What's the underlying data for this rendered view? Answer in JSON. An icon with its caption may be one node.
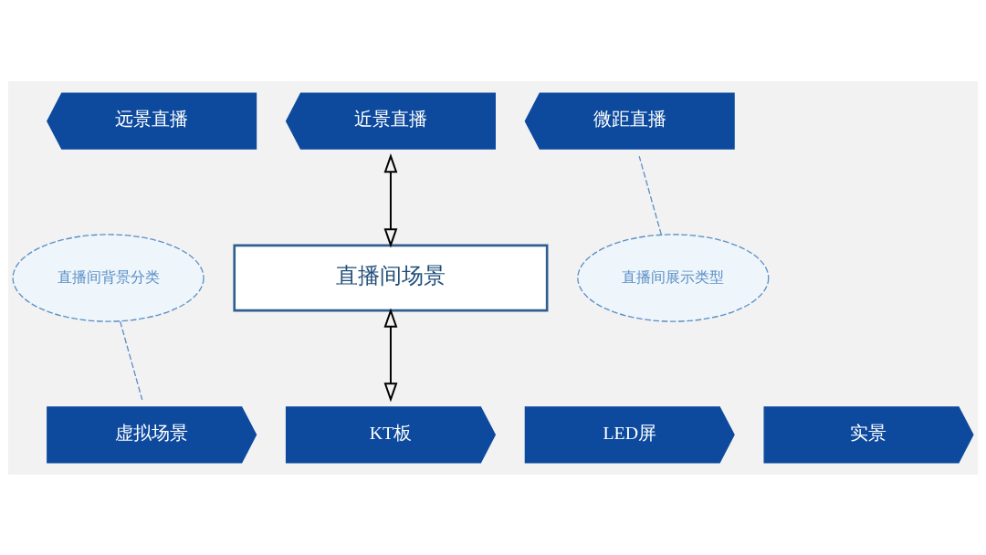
{
  "diagram": {
    "nodes": [
      {
        "text": [
          "远景直播"
        ]
      },
      {
        "text": [
          "近景直播"
        ]
      },
      {
        "text": [
          "微距直播"
        ]
      },
      {
        "text": [
          "直播间场景"
        ]
      },
      {
        "text": [
          "虚拟场景"
        ]
      },
      {
        "text": [
          "KT板"
        ]
      },
      {
        "text": [
          "LED屏"
        ]
      },
      {
        "text": [
          "实景"
        ]
      },
      {
        "text": [
          "直播间展示类型"
        ]
      },
      {
        "text": [
          "直播间背景分类"
        ]
      }
    ],
    "edges": [
      {
        "from": 1,
        "to": 3,
        "arrow": "both"
      },
      {
        "from": 3,
        "to": 5,
        "arrow": "both"
      },
      {
        "from": 8,
        "to": 2,
        "arrow": "none",
        "style": "dashed",
        "color": "#5b8fc7"
      },
      {
        "from": 9,
        "to": 4,
        "arrow": "none",
        "style": "dashed",
        "color": "#5b8fc7"
      }
    ]
  }
}
